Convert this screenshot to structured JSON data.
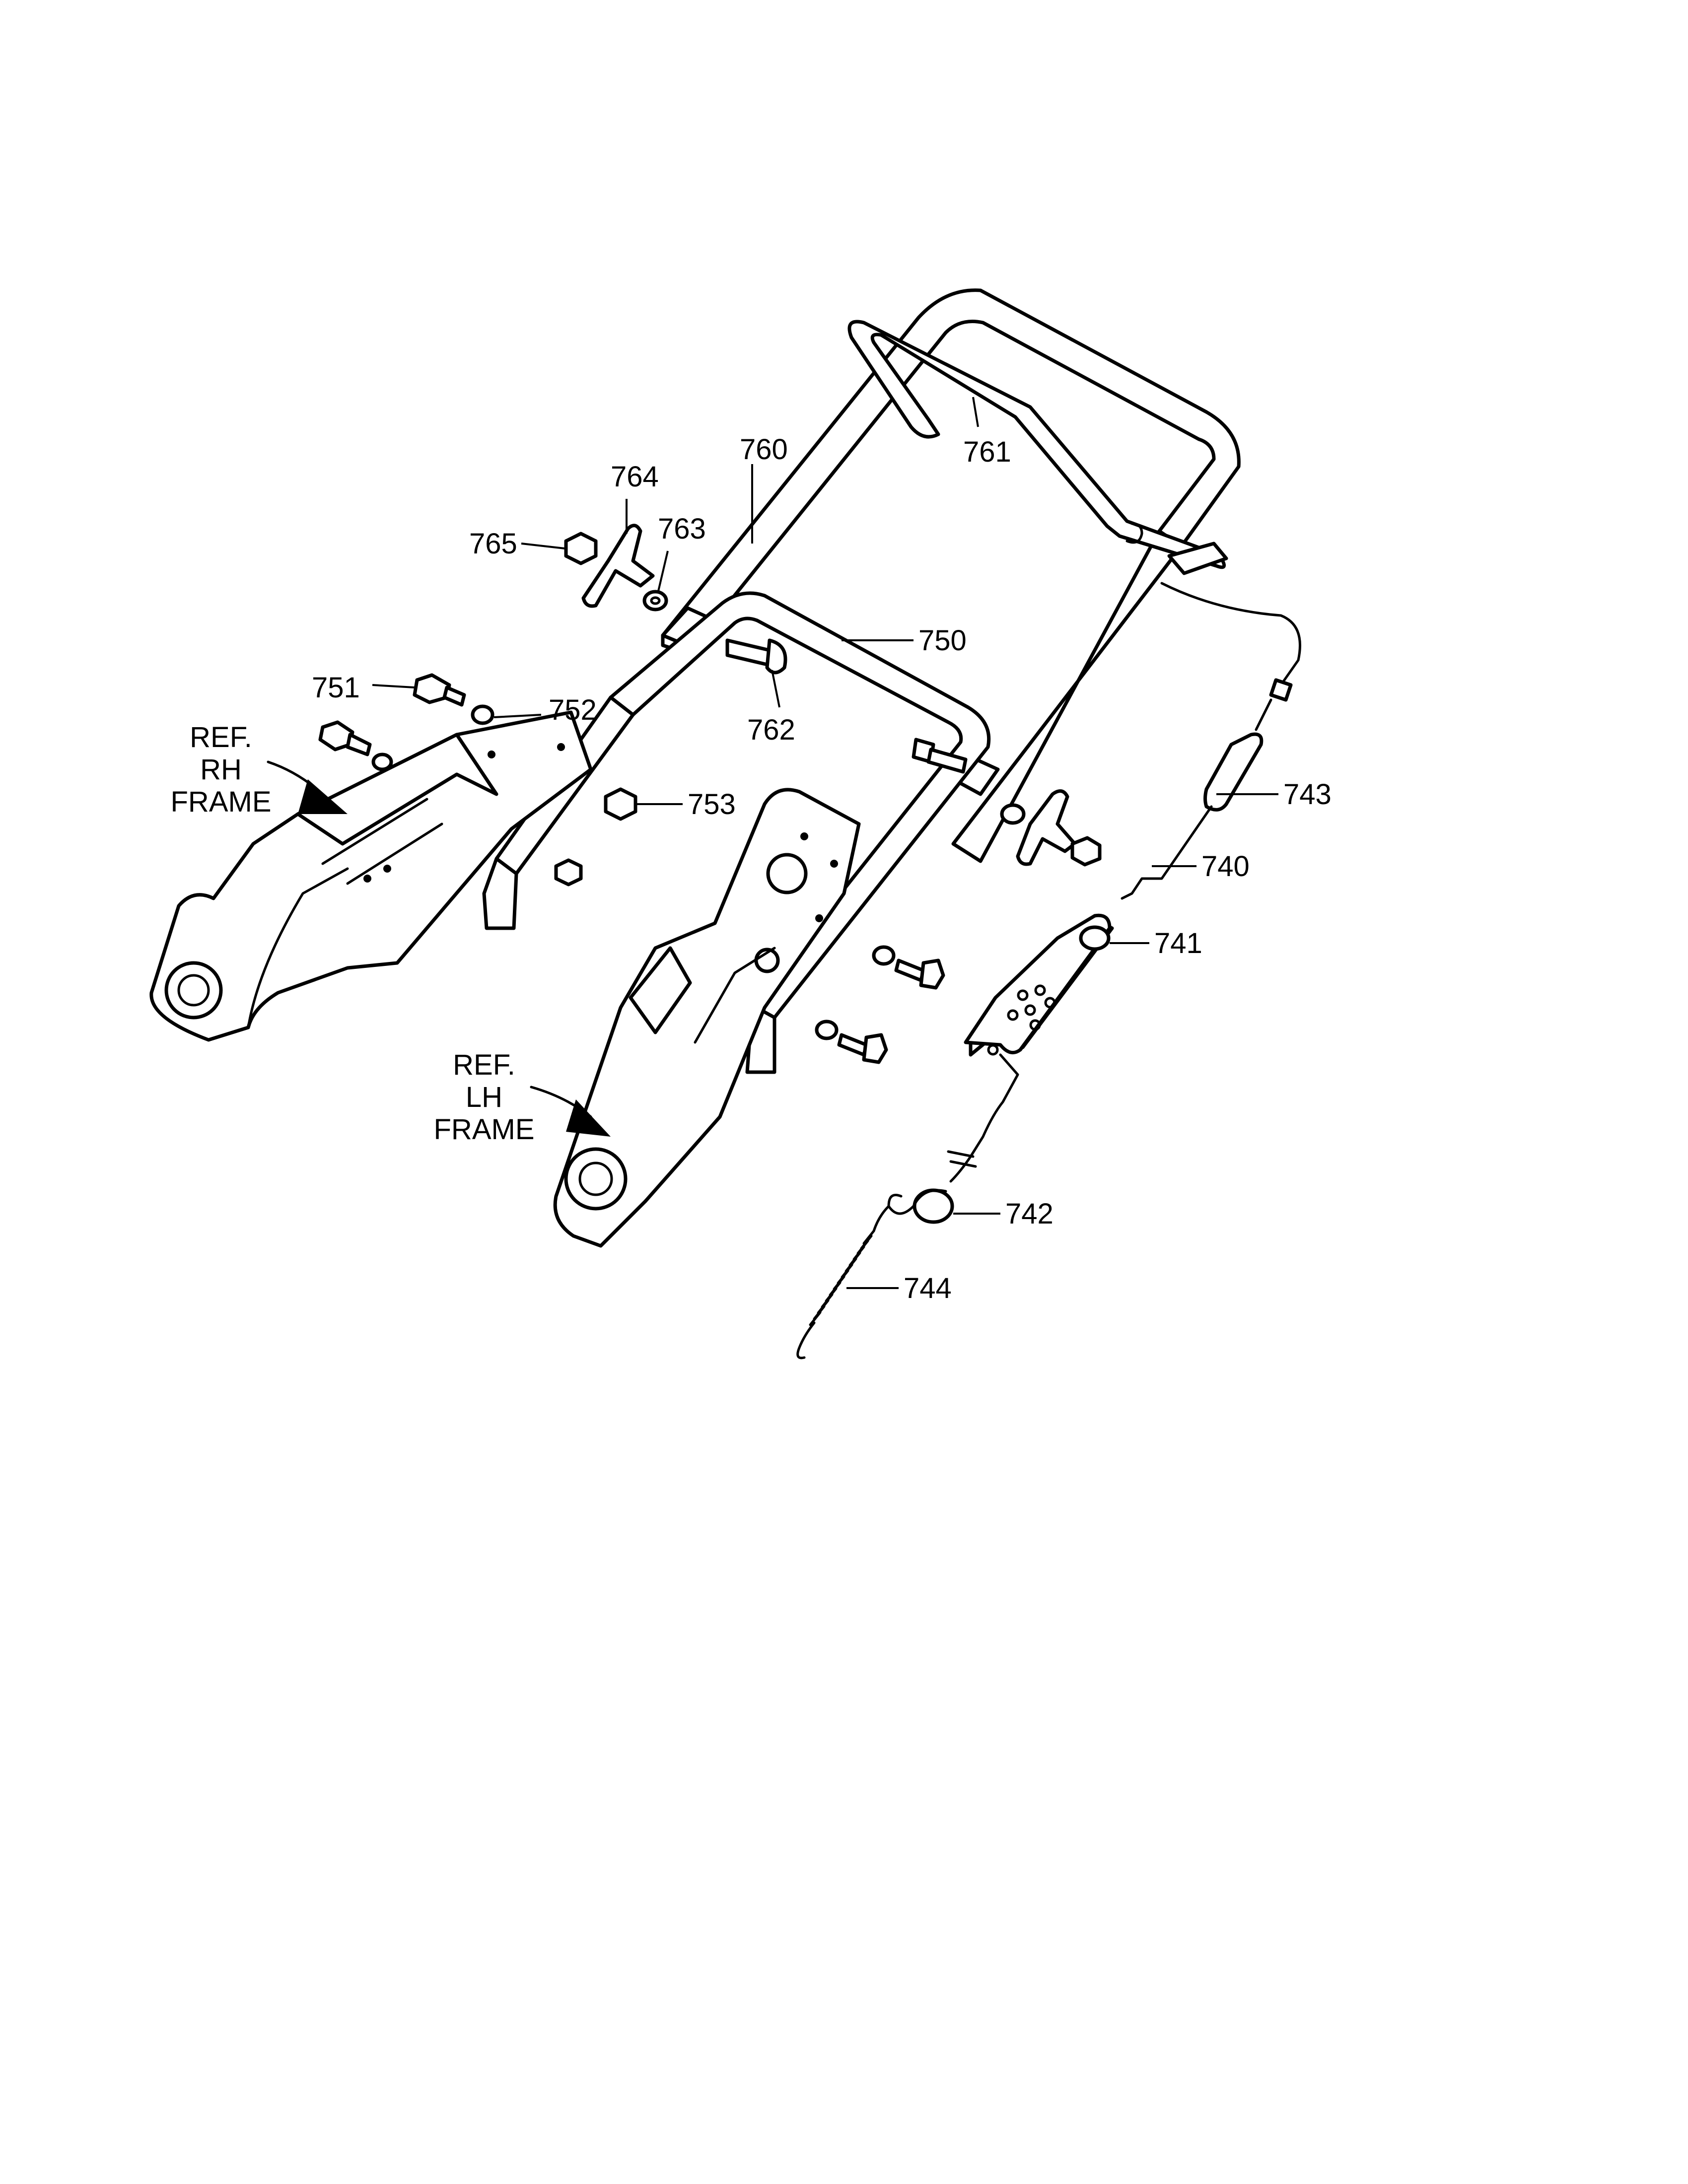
{
  "colors": {
    "ink": "#000000",
    "paper": "#ffffff"
  },
  "labels": {
    "p760": "760",
    "p761": "761",
    "p764": "764",
    "p763": "763",
    "p765": "765",
    "p750": "750",
    "p751": "751",
    "p752": "752",
    "p762": "762",
    "p753": "753",
    "p743": "743",
    "p740": "740",
    "p741": "741",
    "p742": "742",
    "p744": "744"
  },
  "references": {
    "rh_frame": [
      "REF.",
      "RH",
      "FRAME"
    ],
    "lh_frame": [
      "REF.",
      "LH",
      "FRAME"
    ]
  }
}
